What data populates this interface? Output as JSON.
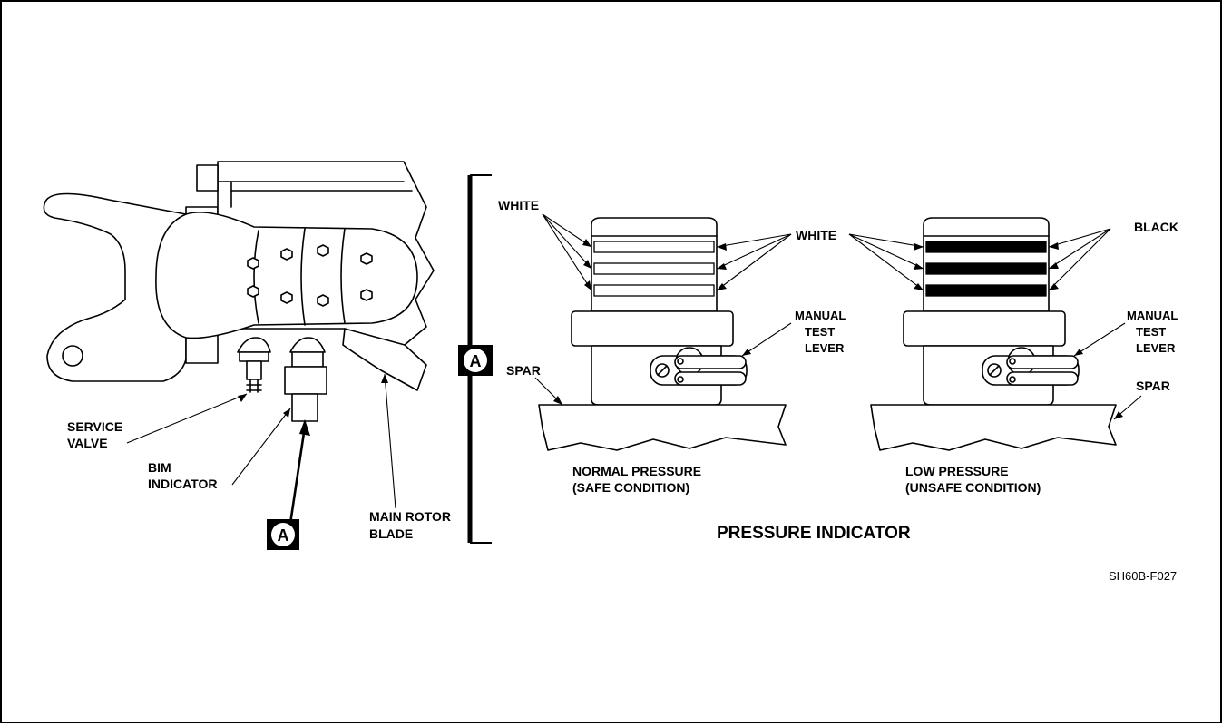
{
  "labels": {
    "service_valve_1": "SERVICE",
    "service_valve_2": "VALVE",
    "bim_indicator_1": "BIM",
    "bim_indicator_2": "INDICATOR",
    "main_rotor_blade_1": "MAIN ROTOR",
    "main_rotor_blade_2": "BLADE",
    "detail_callout": "A",
    "detail_callout_large": "A",
    "white_left": "WHITE",
    "white_center": "WHITE",
    "black_right": "BLACK",
    "manual_test_lever_left_1": "MANUAL",
    "manual_test_lever_left_2": "TEST",
    "manual_test_lever_left_3": "LEVER",
    "manual_test_lever_right_1": "MANUAL",
    "manual_test_lever_right_2": "TEST",
    "manual_test_lever_right_3": "LEVER",
    "spar_left": "SPAR",
    "spar_right": "SPAR",
    "normal_pressure_1": "NORMAL PRESSURE",
    "normal_pressure_2": "(SAFE CONDITION)",
    "low_pressure_1": "LOW PRESSURE",
    "low_pressure_2": "(UNSAFE CONDITION)",
    "pressure_indicator_title": "PRESSURE INDICATOR",
    "figure_code": "SH60B-F027"
  },
  "colors": {
    "ink": "#000000",
    "paper": "#ffffff"
  }
}
